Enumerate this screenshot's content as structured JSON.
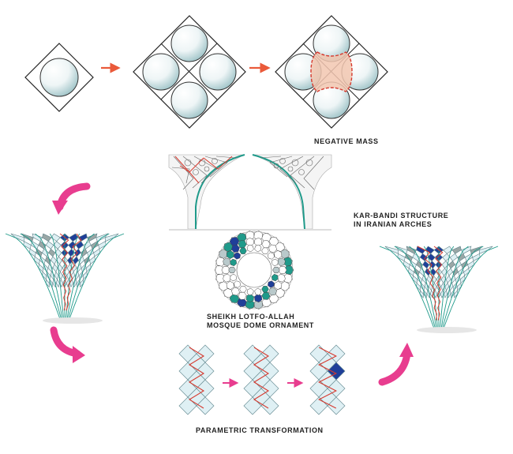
{
  "labels": {
    "negative_mass": "NEGATIVE MASS",
    "karbandi_line1": "KAR-BANDI STRUCTURE",
    "karbandi_line2": "IN IRANIAN ARCHES",
    "sheikh_line1": "SHEIKH LOTFO-ALLAH",
    "sheikh_line2": "MOSQUE DOME ORNAMENT",
    "parametric": "PARAMETRIC TRANSFORMATION"
  },
  "colors": {
    "red_line": "#d63a2f",
    "teal": "#1f9a8a",
    "navy": "#1f3f99",
    "pale_cyan": "#dff0f4",
    "grey_cell": "#9aa7a6",
    "arrow_orange": "#ea5a3a",
    "arrow_pink": "#e83d8f",
    "negative_fill": "#f2c7b0"
  },
  "icons": [
    "arrow-orange-icon",
    "arrow-pink-curved-icon",
    "arrow-pink-small-icon"
  ]
}
